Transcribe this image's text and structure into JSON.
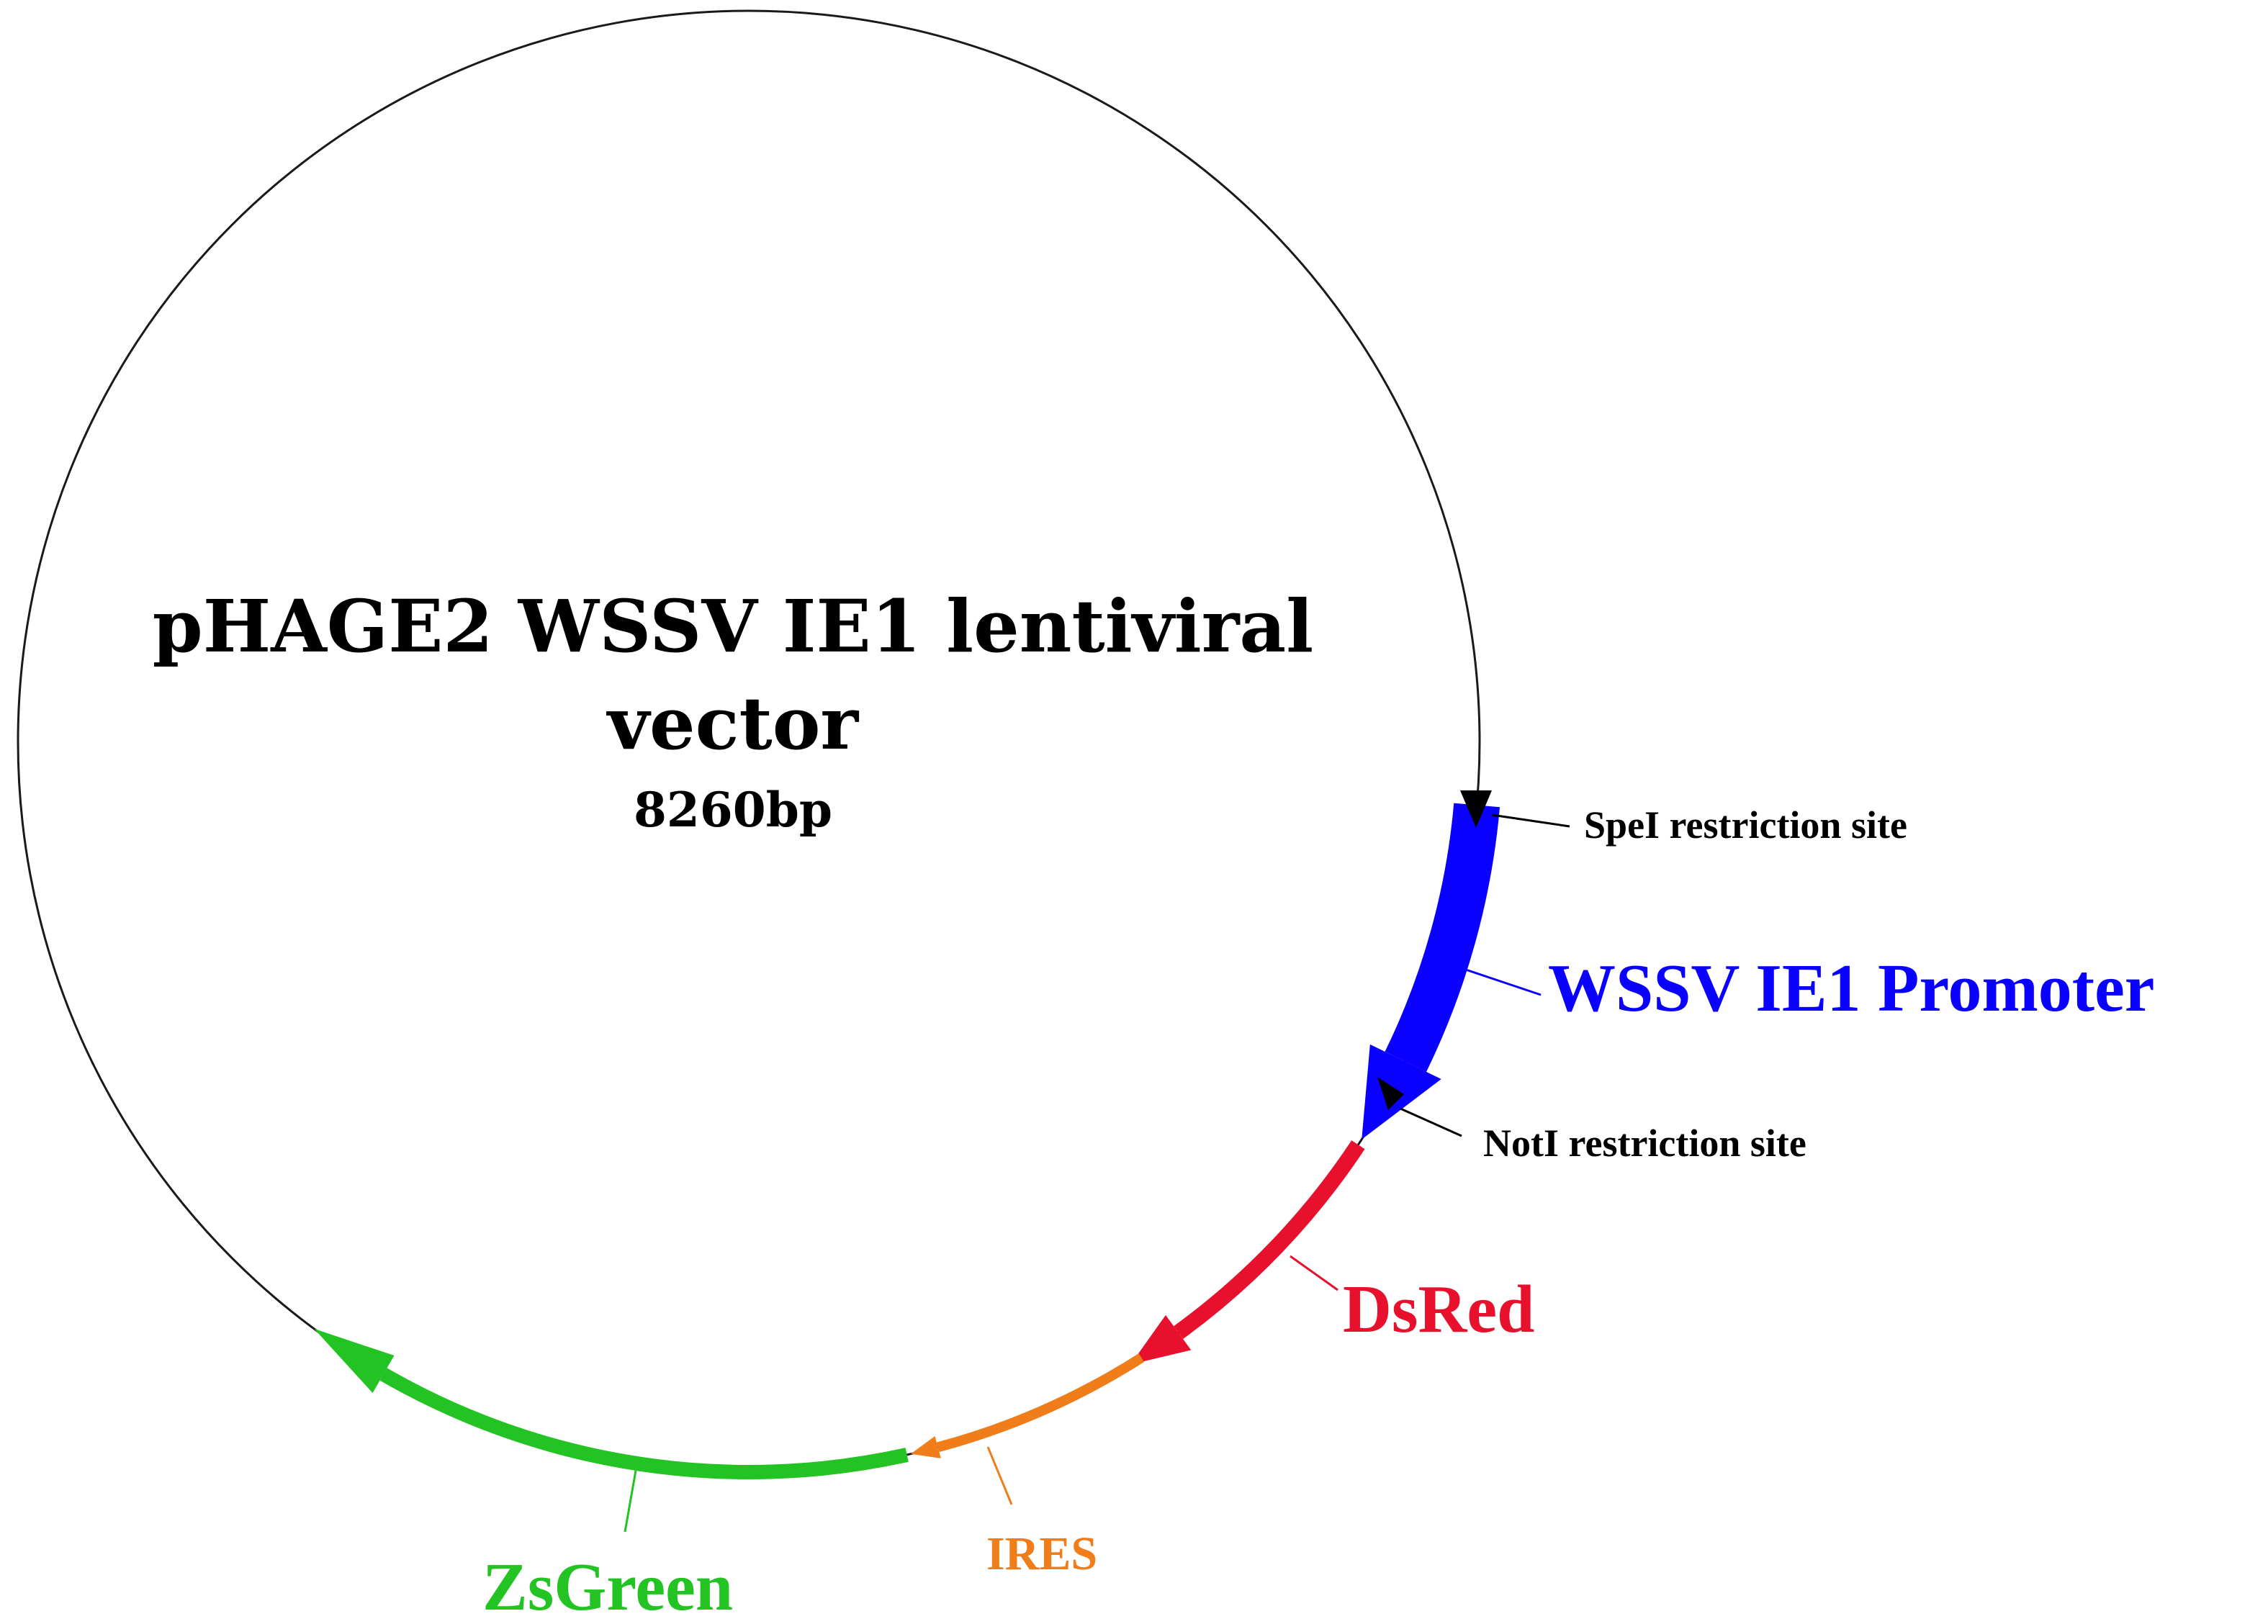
{
  "diagram": {
    "title_line1": "pHAGE2 WSSV IE1 lentiviral",
    "title_line2": "vector",
    "size_label": "8260bp",
    "sites": {
      "spe1": {
        "label": "SpeI restriction site"
      },
      "not1": {
        "label": "NotI restriction site"
      }
    },
    "features": {
      "promoter": {
        "label": "WSSV IE1 Promoter",
        "color": "#0a00ff"
      },
      "dsred": {
        "label": "DsRed",
        "color": "#e8112d"
      },
      "ires": {
        "label": "IRES",
        "color": "#ef7d1a"
      },
      "zsgreen": {
        "label": "ZsGreen",
        "color": "#22c322"
      }
    },
    "backbone_color": "#1a1a1a",
    "site_marker_color": "#000000"
  }
}
